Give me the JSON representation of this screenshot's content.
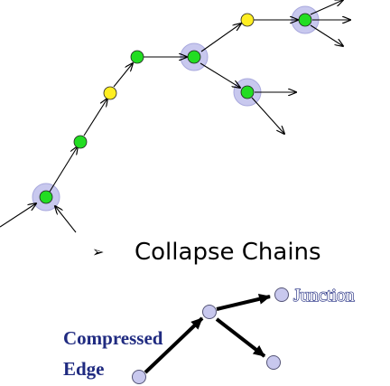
{
  "colors": {
    "green_node": "#22dd22",
    "yellow_node": "#ffee22",
    "node_outline": "#222222",
    "halo": "#c8c8ee",
    "halo_stroke": "#a8a8dd",
    "lavender_node": "#c8c8ee",
    "lavender_outline": "#555577",
    "label_blue": "#1f2a80",
    "edge": "#000000"
  },
  "bullet": {
    "symbol": "➢",
    "text": "Collapse Chains"
  },
  "legend": {
    "junction_label": "Junction",
    "compressed_line1": "Compressed",
    "compressed_line2": "Edge"
  },
  "top_graph": {
    "nodes": [
      {
        "id": "n1",
        "kind": "green",
        "halo": true
      },
      {
        "id": "n2",
        "kind": "green",
        "halo": false
      },
      {
        "id": "n3",
        "kind": "yellow",
        "halo": false
      },
      {
        "id": "n4",
        "kind": "green",
        "halo": false
      },
      {
        "id": "n5",
        "kind": "green",
        "halo": true
      },
      {
        "id": "n6",
        "kind": "yellow",
        "halo": false
      },
      {
        "id": "n7",
        "kind": "green",
        "halo": true
      },
      {
        "id": "n8",
        "kind": "green",
        "halo": true
      }
    ]
  },
  "bottom_graph": {
    "nodes": [
      {
        "id": "b_start",
        "kind": "lavender"
      },
      {
        "id": "b_junction",
        "kind": "lavender"
      },
      {
        "id": "b_right",
        "kind": "lavender"
      },
      {
        "id": "b_lower",
        "kind": "lavender"
      }
    ]
  }
}
